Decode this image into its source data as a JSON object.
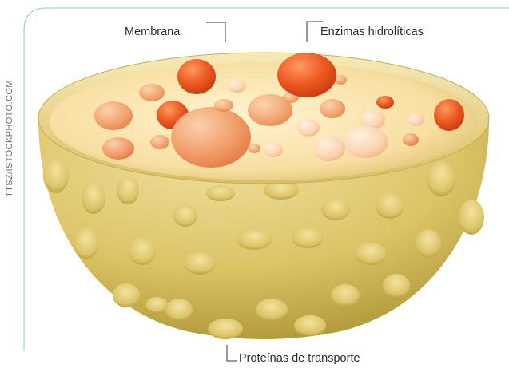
{
  "photo_credit": "TTSZ/ISTOCKPHOTO.COM",
  "labels": {
    "membrane": "Membrana",
    "hydrolytic_enzymes": "Enzimas hidrolíticas",
    "transport_proteins": "Proteínas de transporte"
  },
  "colors": {
    "frame_line": "#8ccfae",
    "membrane_outer": "#e8d382",
    "membrane_shadow": "#a78f2e",
    "interior": "#fbe6b2",
    "enzyme_light": "#f5a070",
    "enzyme_strong": "#e8531f",
    "protein_bump": "#dcc56a",
    "leader_line": "#333333"
  }
}
